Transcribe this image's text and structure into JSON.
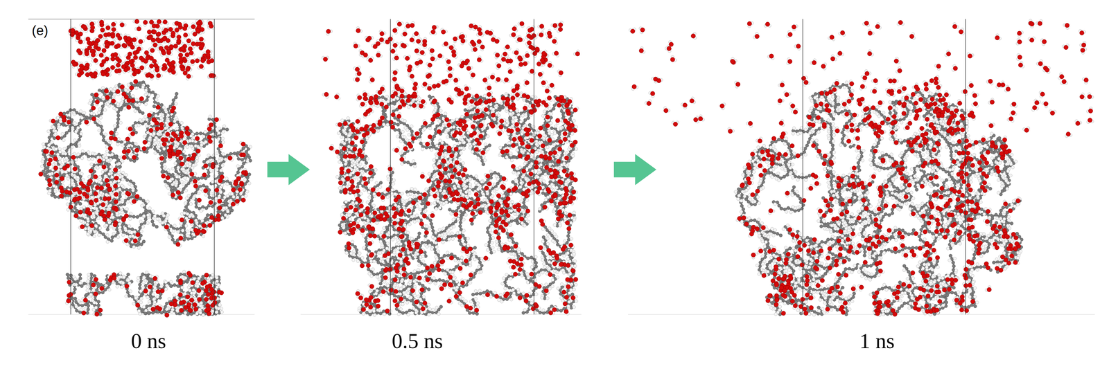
{
  "diagram": {
    "labels": [
      "(e)",
      "0 ns",
      "0.5 ns",
      "1 ns"
    ]
  }
}
